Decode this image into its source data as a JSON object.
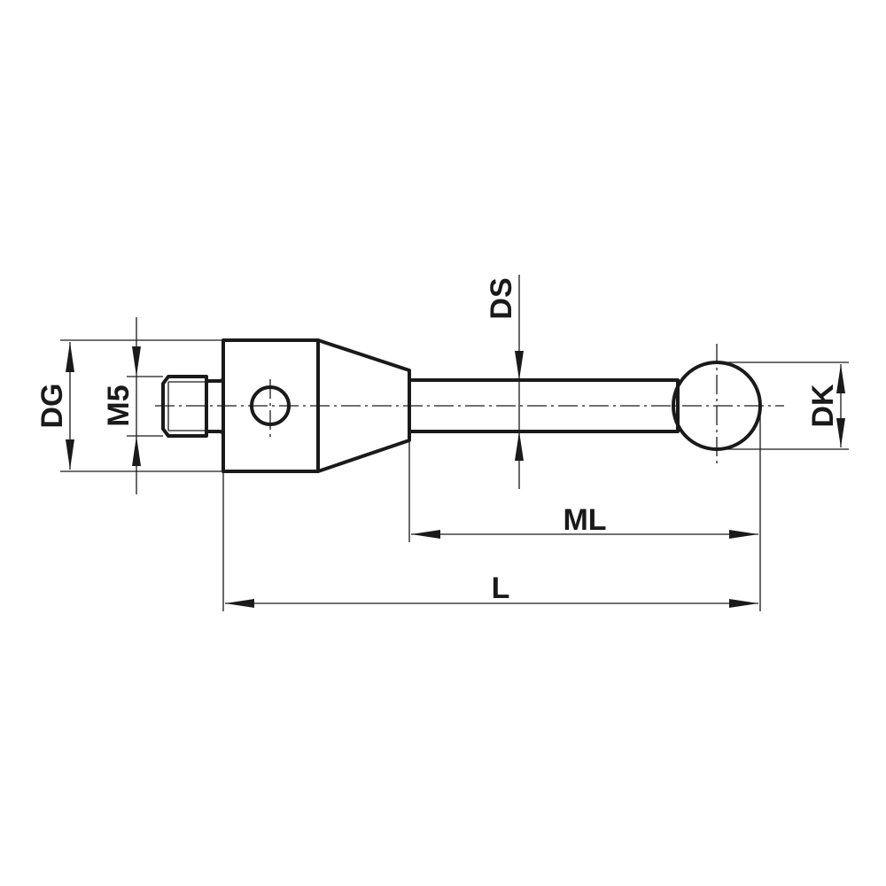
{
  "labels": {
    "dg": "DG",
    "m5": "M5",
    "ds": "DS",
    "dk": "DK",
    "ml": "ML",
    "l": "L"
  },
  "colors": {
    "line": "#1a1a1a",
    "background": "#ffffff"
  }
}
